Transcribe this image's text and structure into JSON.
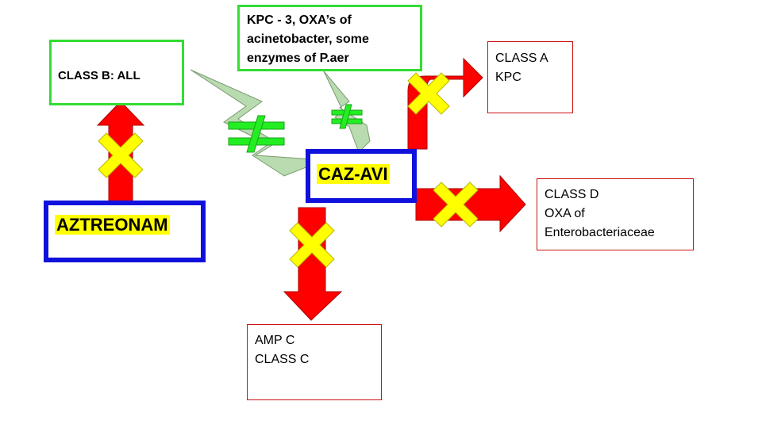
{
  "nodes": {
    "class_b": {
      "text": "CLASS B: ALL"
    },
    "kpc3": {
      "lines": [
        "KPC - 3, OXA’s of",
        "acinetobacter, some",
        "enzymes of P.aer"
      ]
    },
    "class_a": {
      "lines": [
        "CLASS A",
        "KPC"
      ]
    },
    "class_d": {
      "lines": [
        "CLASS D",
        "OXA of",
        "Enterobacteriaceae"
      ]
    },
    "amp_c": {
      "lines": [
        "AMP C",
        "CLASS C"
      ]
    },
    "aztreonam": {
      "text": "AZTREONAM"
    },
    "caz_avi": {
      "text": "CAZ-AVI"
    }
  },
  "colors": {
    "arrow": "#ff0000",
    "cross": "#ffff00",
    "not_equal": "#22ee22",
    "lightning": "#b8dcb0",
    "blue_border": "#1111dd",
    "green_border": "#33dd33",
    "red_border": "#cc1111"
  },
  "icons": [
    "block-cross-icon",
    "not-equal-icon",
    "lightning-bolt-icon"
  ]
}
